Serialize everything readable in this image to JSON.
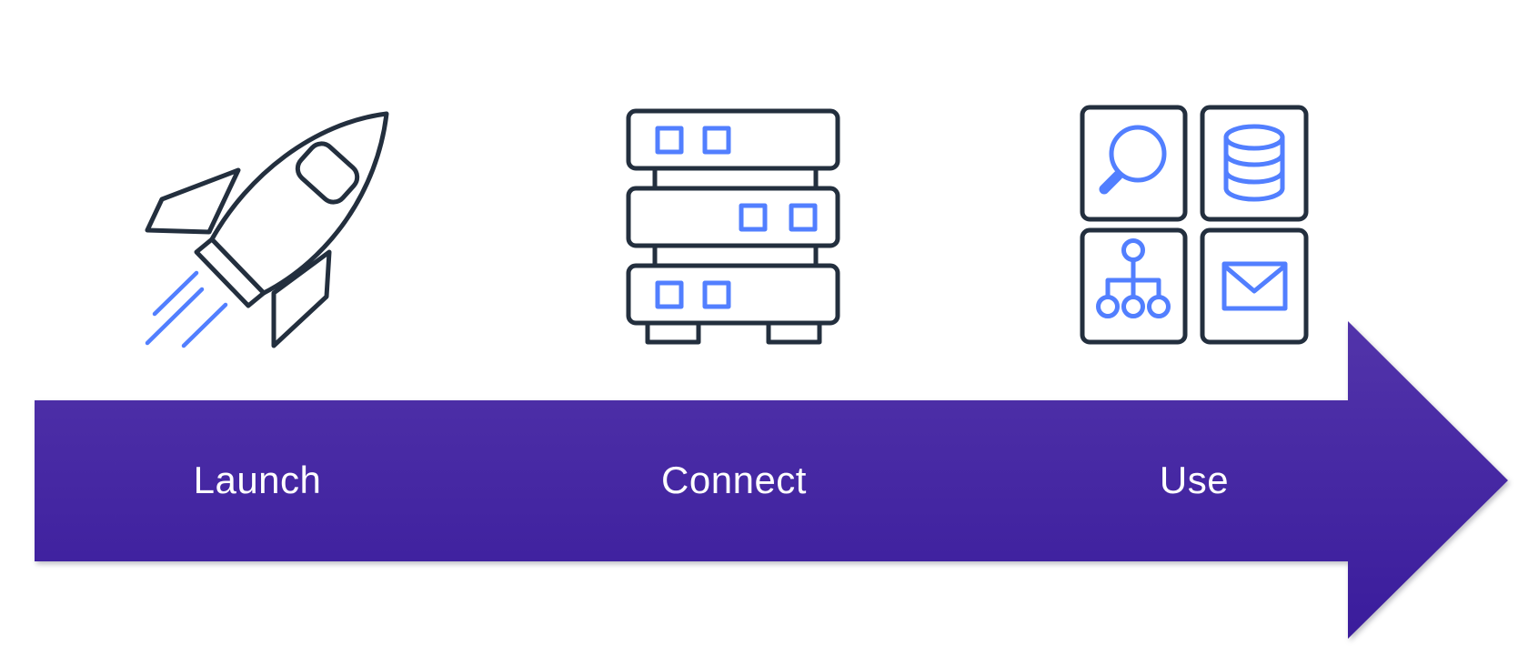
{
  "diagram": {
    "type": "process-flow",
    "direction": "left-to-right",
    "steps": [
      {
        "label": "Launch",
        "icon": "rocket-icon"
      },
      {
        "label": "Connect",
        "icon": "server-stack-icon"
      },
      {
        "label": "Use",
        "icon": "services-grid-icon",
        "grid_icons": [
          "search-icon",
          "database-icon",
          "org-hierarchy-icon",
          "email-icon"
        ]
      }
    ],
    "arrow": {
      "shape": "right-arrow"
    }
  },
  "colors": {
    "background": "#FFFFFF",
    "outline_dark": "#232F3E",
    "accent_blue": "#527FFF",
    "arrow_gradient_top": "#5234AA",
    "arrow_gradient_bottom": "#3A1C9C",
    "label_text": "#FFFFFF"
  }
}
